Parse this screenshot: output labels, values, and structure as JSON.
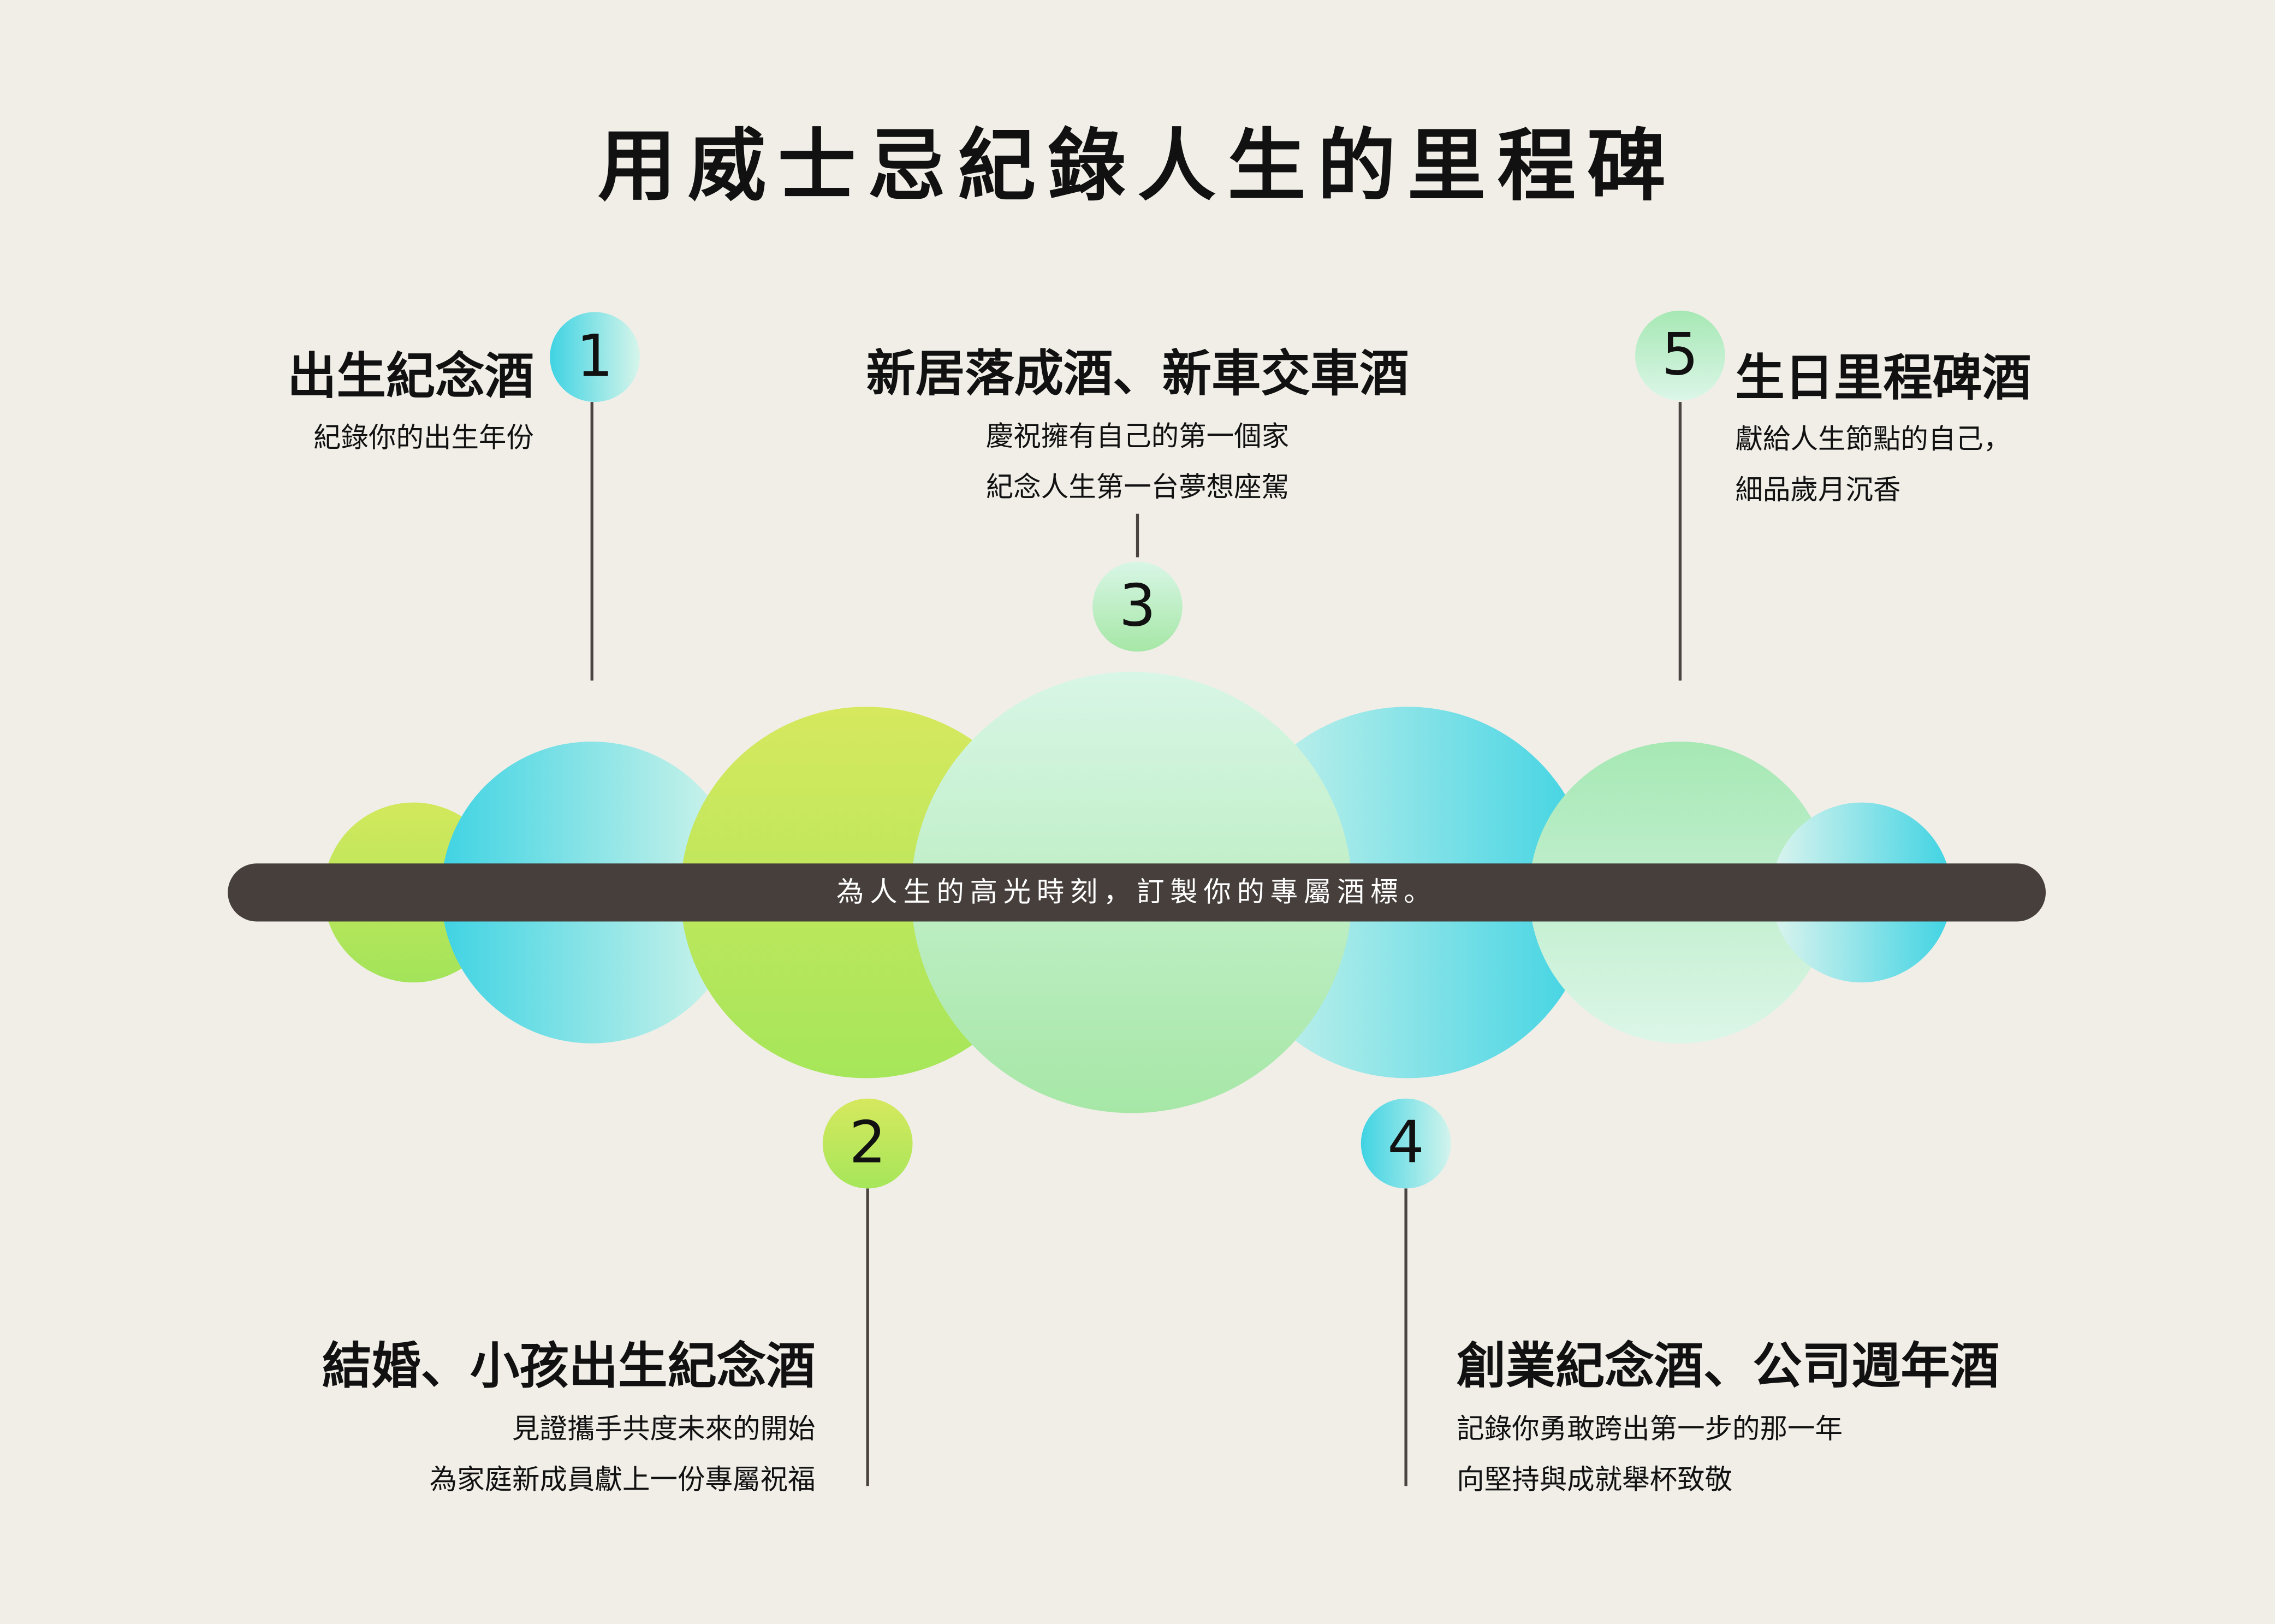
{
  "title": "用威士忌紀錄人生的里程碑",
  "banner": "為人生的高光時刻，訂製你的專屬酒標。",
  "milestones": [
    {
      "number": "1",
      "heading": "出生紀念酒",
      "lines": [
        "紀錄你的出生年份"
      ]
    },
    {
      "number": "2",
      "heading": "結婚、小孩出生紀念酒",
      "lines": [
        "見證攜手共度未來的開始",
        "為家庭新成員獻上一份專屬祝福"
      ]
    },
    {
      "number": "3",
      "heading": "新居落成酒、新車交車酒",
      "lines": [
        "慶祝擁有自己的第一個家",
        "紀念人生第一台夢想座駕"
      ]
    },
    {
      "number": "4",
      "heading": "創業紀念酒、公司週年酒",
      "lines": [
        "記錄你勇敢跨出第一步的那一年",
        "向堅持與成就舉杯致敬"
      ]
    },
    {
      "number": "5",
      "heading": "生日里程碑酒",
      "lines": [
        "獻給人生節點的自己，",
        "細品歲月沉香"
      ]
    }
  ],
  "colors": {
    "background": "#f1eee8",
    "bar": "#463f3c",
    "cyan": "#3fd3e3",
    "lime": "#a6e65a",
    "mint": "#d6f5e4"
  }
}
